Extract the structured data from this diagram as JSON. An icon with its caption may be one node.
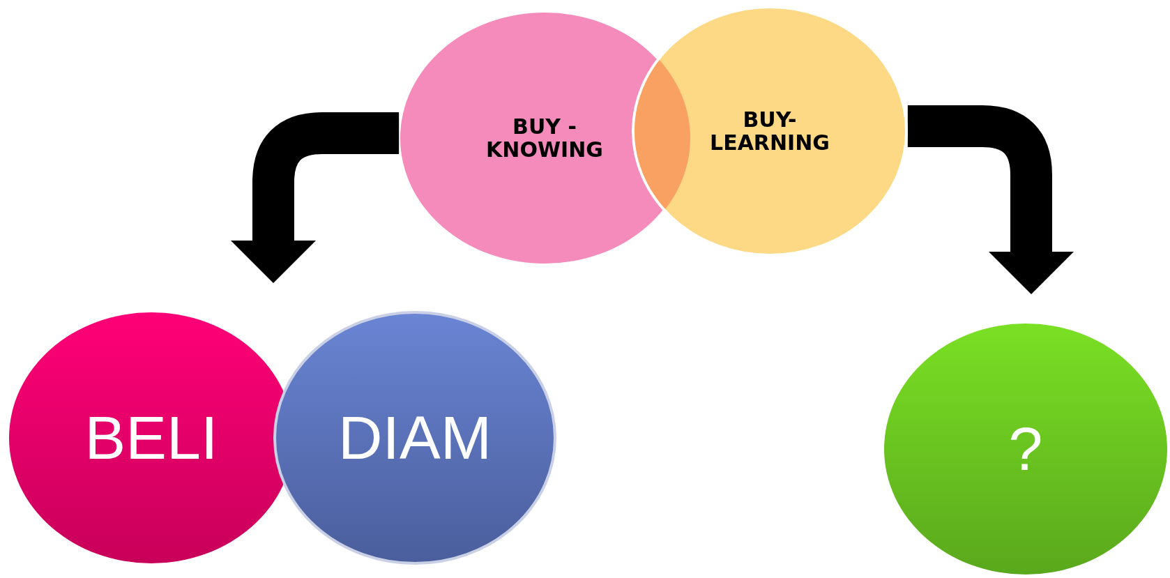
{
  "diagram": {
    "nodes": [
      {
        "text": [
          "BUY - KNOWING"
        ]
      },
      {
        "text": [
          "BUY- LEARNING"
        ]
      },
      {
        "text": [
          "BELI"
        ]
      },
      {
        "text": [
          "DIAM"
        ]
      },
      {
        "text": [
          "?"
        ]
      }
    ],
    "edges": [
      {
        "from": 0,
        "to": 2,
        "arrow": "to"
      },
      {
        "from": 1,
        "to": 4,
        "arrow": "to"
      }
    ]
  }
}
